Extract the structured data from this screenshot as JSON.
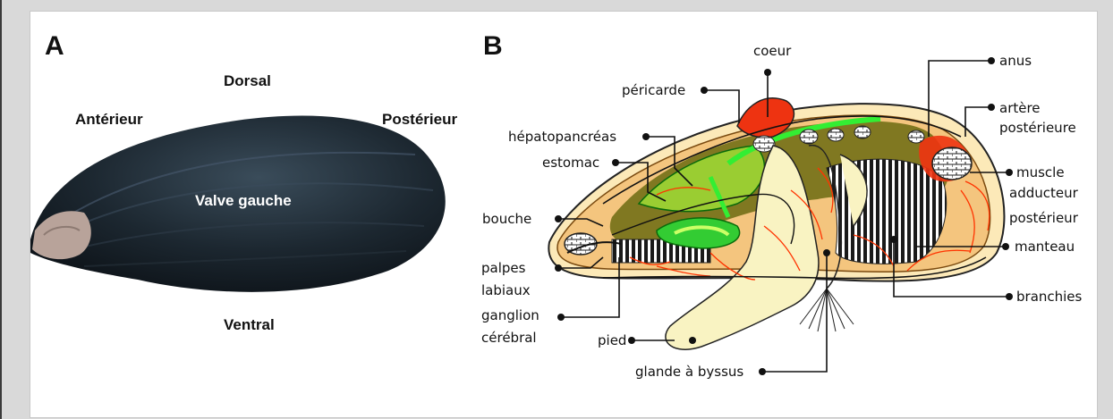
{
  "panel_a": {
    "letter": "A",
    "dorsal": "Dorsal",
    "anterior": "Antérieur",
    "posterior": "Postérieur",
    "ventral": "Ventral",
    "valve": "Valve gauche"
  },
  "panel_b": {
    "letter": "B",
    "labels": {
      "coeur": "coeur",
      "anus": "anus",
      "pericarde": "péricarde",
      "artere_1": "artère",
      "artere_2": "postérieure",
      "hepato": "hépatopancréas",
      "estomac": "estomac",
      "muscle_1": "muscle",
      "muscle_2": "adducteur",
      "muscle_3": "postérieur",
      "bouche": "bouche",
      "manteau": "manteau",
      "palpes_1": "palpes",
      "palpes_2": "labiaux",
      "branchies": "branchies",
      "ganglion_1": "ganglion",
      "ganglion_2": "cérébral",
      "pied": "pied",
      "glande": "glande à byssus"
    }
  },
  "colors": {
    "background": "#d9d9d9",
    "shell": "#1f2a33",
    "mantle": "#f2c98a",
    "foot": "#f9f3c2",
    "digestive": "#33cc33",
    "heart": "#ee3311",
    "vessels": "#ff3300",
    "gills": "#222222"
  }
}
